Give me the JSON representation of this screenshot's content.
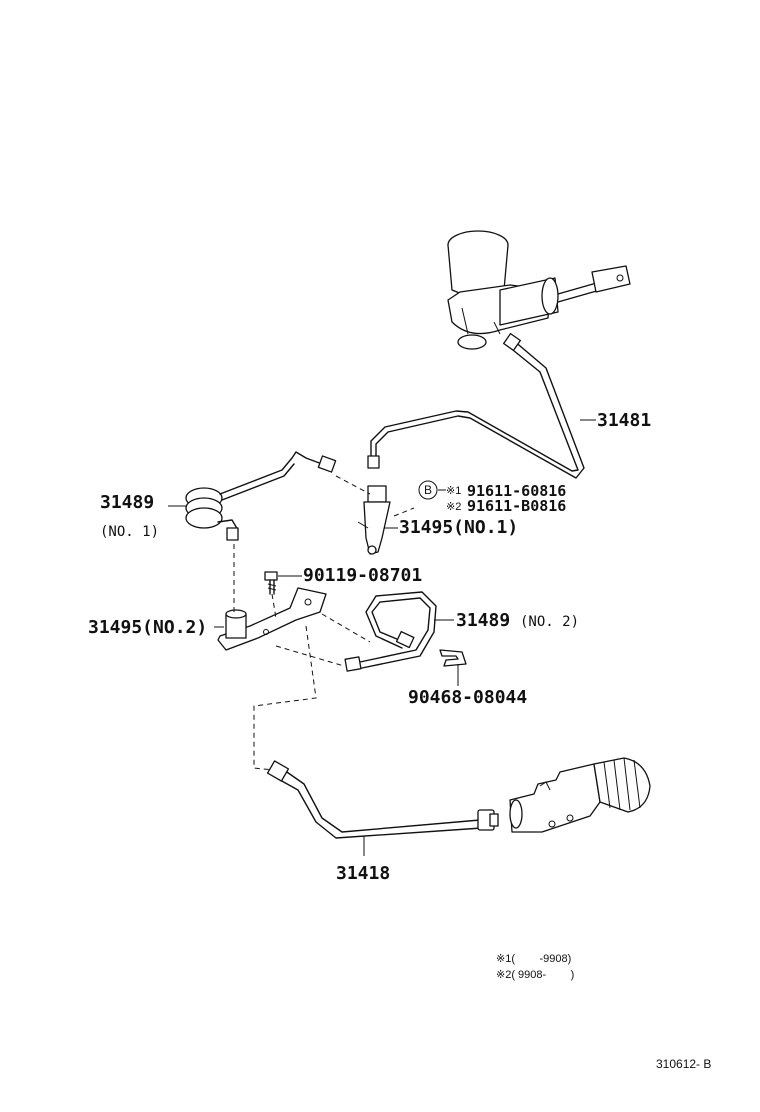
{
  "labels": {
    "p31481": "31481",
    "p31489_no1": "31489",
    "p31489_no1_sub": "(NO. 1)",
    "b_mark": "B",
    "alt1_mark": "※1",
    "alt1_part": "91611-60816",
    "alt2_mark": "※2",
    "alt2_part": "91611-B0816",
    "p31495_no1": "31495(NO.1)",
    "p90119": "90119-08701",
    "p31495_no2": "31495(NO.2)",
    "p31489_no2": "31489",
    "p31489_no2_sub": "(NO. 2)",
    "p90468": "90468-08044",
    "p31418": "31418"
  },
  "notes": {
    "note1": "※1(        -9908)",
    "note2": "※2( 9908-        )"
  },
  "reference": "310612- B"
}
